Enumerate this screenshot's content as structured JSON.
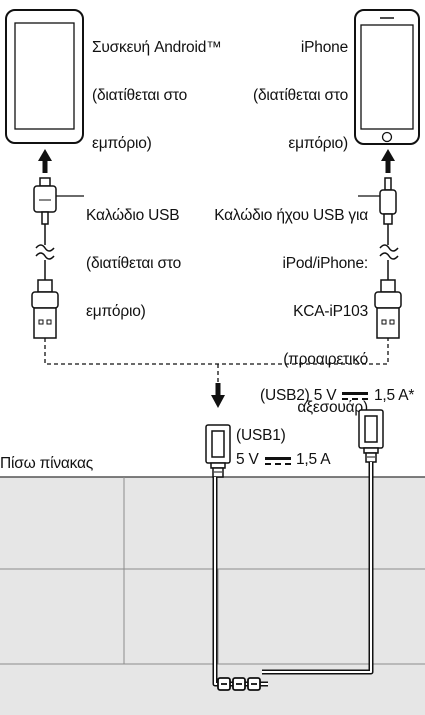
{
  "android_device": {
    "line1": "Συσκευή Android™",
    "line2": "(διατίθεται στο",
    "line3": "εμπόριο)"
  },
  "iphone_device": {
    "line1": "iPhone",
    "line2": "(διατίθεται στο",
    "line3": "εμπόριο)"
  },
  "usb_cable": {
    "line1": "Καλώδιο USB",
    "line2": "(διατίθεται στο",
    "line3": "εμπόριο)"
  },
  "usb_audio_cable": {
    "line1": "Καλώδιο ήχου USB για",
    "line2": "iPod/iPhone:",
    "line3": "KCA-iP103",
    "line4": "(προαιρετικό",
    "line5": "αξεσουάρ)"
  },
  "usb1_port": {
    "name": "(USB1)",
    "volt": "5 V",
    "amp": "1,5 A"
  },
  "usb2_port": {
    "name": "(USB2) 5 V",
    "amp": "1,5 A*"
  },
  "rear_panel": "Πίσω πίνακας",
  "colors": {
    "panel_fill": "#e6e6e6",
    "panel_grid": "#8c8c8c",
    "line": "#1a1a1a"
  }
}
